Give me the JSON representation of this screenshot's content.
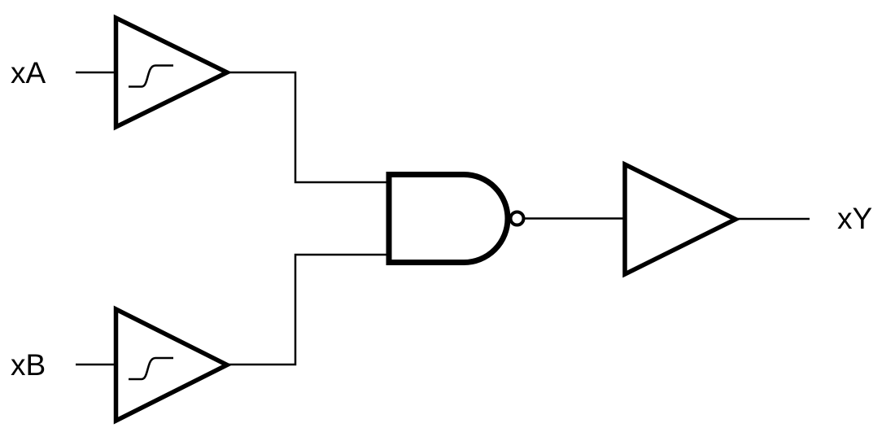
{
  "diagram": {
    "kind": "logic-circuit-schematic",
    "colors": {
      "background": "#ffffff",
      "stroke": "#000000"
    },
    "inputs": [
      {
        "label": "xA",
        "gate": "schmitt-trigger-buffer"
      },
      {
        "label": "xB",
        "gate": "schmitt-trigger-buffer"
      }
    ],
    "output": {
      "label": "xY",
      "gate": "buffer"
    },
    "gates": [
      {
        "name": "schmitt-buffer-a",
        "type": "schmitt-trigger-buffer",
        "icon": "hysteresis-icon"
      },
      {
        "name": "schmitt-buffer-b",
        "type": "schmitt-trigger-buffer",
        "icon": "hysteresis-icon"
      },
      {
        "name": "nand-gate",
        "type": "nand",
        "icon": "inversion-bubble-icon"
      },
      {
        "name": "output-buffer",
        "type": "buffer"
      }
    ]
  }
}
